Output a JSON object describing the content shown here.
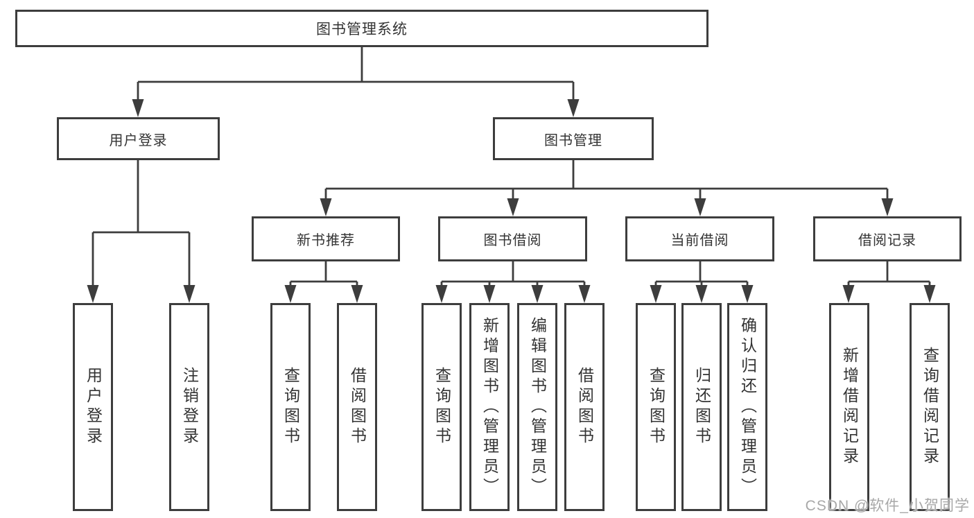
{
  "colors": {
    "line": "#3d3d3d",
    "text": "#333333",
    "background": "#ffffff",
    "watermark": "#a8a8a8"
  },
  "tree": {
    "root": {
      "label": "图书管理系统"
    },
    "branches": [
      {
        "label": "用户登录",
        "leaves": [
          {
            "label": "用户登录"
          },
          {
            "label": "注销登录"
          }
        ]
      },
      {
        "label": "图书管理",
        "groups": [
          {
            "label": "新书推荐",
            "leaves": [
              {
                "label": "查询图书"
              },
              {
                "label": "借阅图书"
              }
            ]
          },
          {
            "label": "图书借阅",
            "leaves": [
              {
                "label": "查询图书"
              },
              {
                "label": "新增图书（管理员）"
              },
              {
                "label": "编辑图书（管理员）"
              },
              {
                "label": "借阅图书"
              }
            ]
          },
          {
            "label": "当前借阅",
            "leaves": [
              {
                "label": "查询图书"
              },
              {
                "label": "归还图书"
              },
              {
                "label": "确认归还（管理员）"
              }
            ]
          },
          {
            "label": "借阅记录",
            "leaves": [
              {
                "label": "新增借阅记录"
              },
              {
                "label": "查询借阅记录"
              }
            ]
          }
        ]
      }
    ]
  },
  "watermark": {
    "text": "CSDN @软件_小贺同学"
  }
}
